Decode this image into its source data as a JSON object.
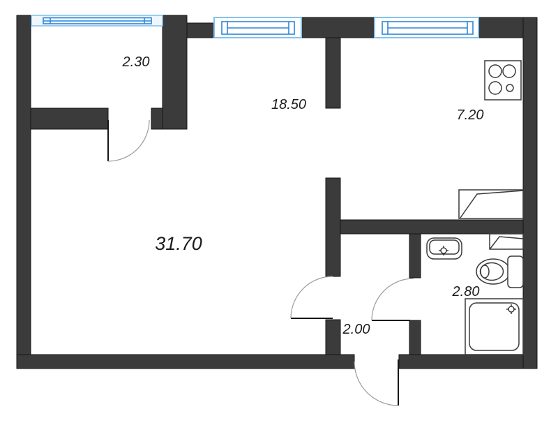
{
  "plan": {
    "title": "apartment-floor-plan",
    "rooms": [
      {
        "id": "balcony",
        "area": "2.30"
      },
      {
        "id": "living-zone",
        "area": "18.50"
      },
      {
        "id": "kitchen",
        "area": "7.20"
      },
      {
        "id": "main-room",
        "area": "31.70"
      },
      {
        "id": "hallway",
        "area": "2.00"
      },
      {
        "id": "bathroom",
        "area": "2.80"
      }
    ],
    "fixtures": [
      "stove-4-burner",
      "kitchen-counter",
      "bathroom-shelf",
      "wash-basin",
      "toilet",
      "shower-tray"
    ],
    "doors": [
      "balcony-door",
      "hallway-door",
      "bathroom-door",
      "entrance-door"
    ],
    "windows": [
      "balcony-window",
      "living-window",
      "kitchen-window"
    ],
    "colors": {
      "wall": "#3b3b3b",
      "wall_outline": "#161616",
      "window_frame": "#2f86d7",
      "window_frame_light": "#85c1ec",
      "door_arc": "#9a9a9a",
      "fixture_outline": "#3a3a3a",
      "label_text": "#1b1b1b",
      "background": "#ffffff"
    }
  }
}
